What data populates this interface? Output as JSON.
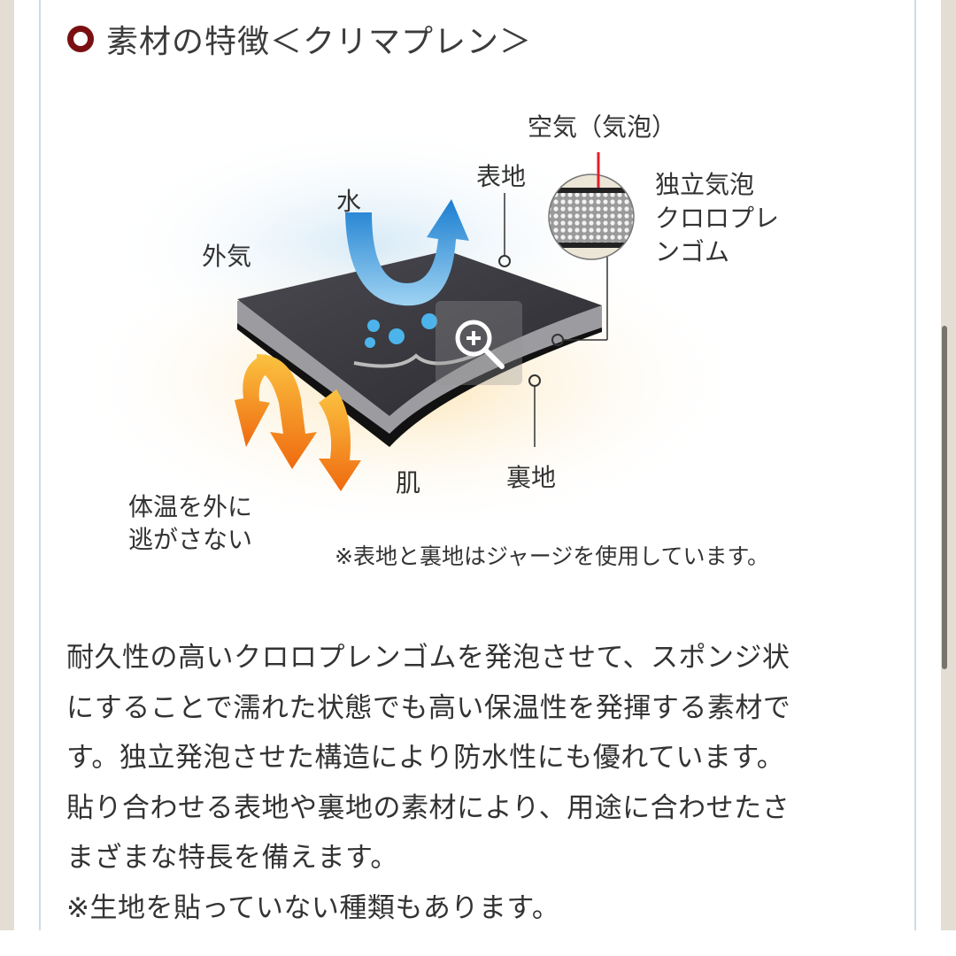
{
  "heading": {
    "title": "素材の特徴＜クリマプレン＞",
    "bullet_color": "#7a0f12"
  },
  "diagram": {
    "labels": {
      "air_bubble": "空気（気泡）",
      "outer_fabric": "表地",
      "water": "水",
      "closed_cell_1": "独立気泡",
      "closed_cell_2": "クロロプレ",
      "closed_cell_3": "ンゴム",
      "outside_air": "外気",
      "skin": "肌",
      "inner_fabric": "裏地",
      "body_heat_1": "体温を外に",
      "body_heat_2": "逃がさない",
      "note": "※表地と裏地はジャージを使用しています。"
    },
    "zoom_icon": "magnifier-plus-icon"
  },
  "description": {
    "lines": [
      "耐久性の高いクロロプレンゴムを発泡させて、スポンジ状",
      "にすることで濡れた状態でも高い保温性を発揮する素材で",
      "す。独立発泡させた構造により防水性にも優れています。",
      "貼り合わせる表地や裏地の素材により、用途に合わせたさ",
      "まざまな特長を備えます。",
      "※生地を貼っていない種類もあります。"
    ]
  }
}
